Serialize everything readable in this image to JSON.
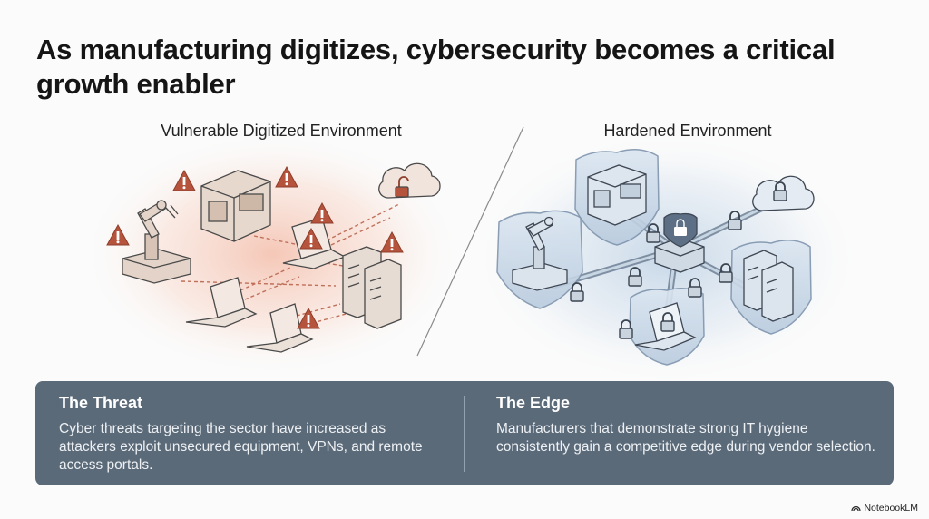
{
  "title": "As manufacturing digitizes, cybersecurity becomes a critical growth enabler",
  "left_panel": {
    "heading": "Vulnerable Digitized Environment"
  },
  "right_panel": {
    "heading": "Hardened Environment"
  },
  "threat": {
    "title": "The Threat",
    "body": "Cyber threats targeting the sector have increased as attackers exploit unsecured equipment, VPNs, and remote access portals."
  },
  "edge": {
    "title": "The Edge",
    "body": "Manufacturers that demonstrate strong IT hygiene consistently gain a competitive edge during vendor selection."
  },
  "brand": {
    "label": "NotebookLM"
  },
  "colors": {
    "warning": "#b5533c",
    "shield": "#7e94ad",
    "info_box": "#5b6a79"
  }
}
